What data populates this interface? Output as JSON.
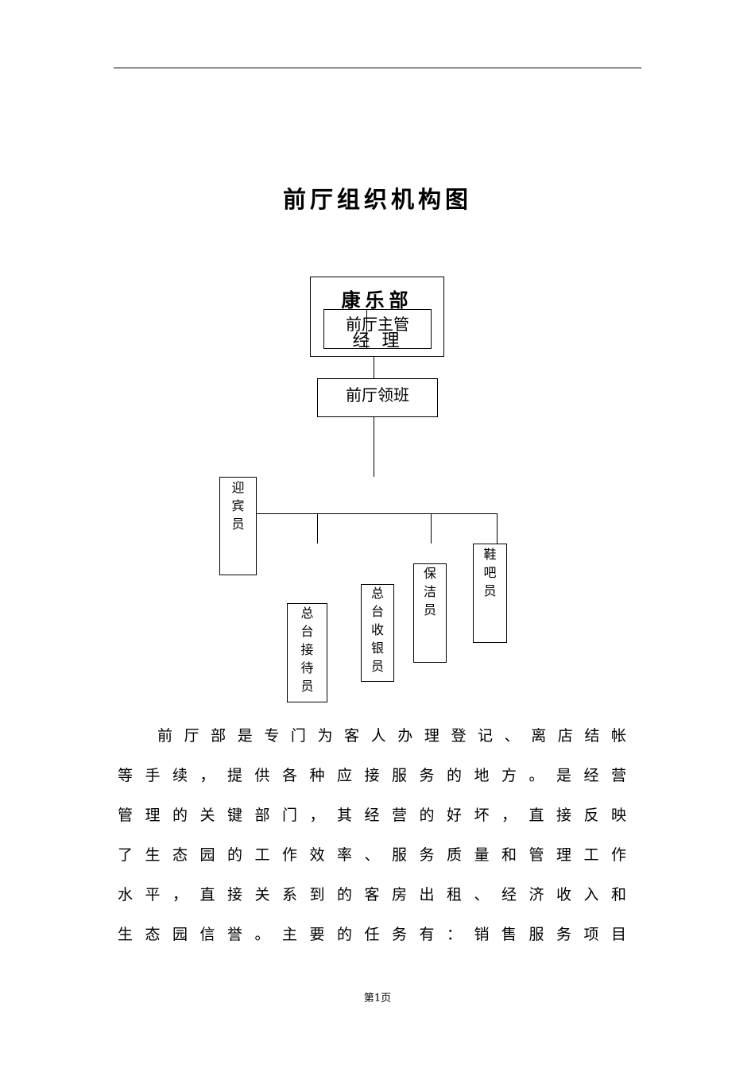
{
  "title": "前厅组织机构图",
  "org_chart": {
    "top_box": {
      "dept": "康乐部",
      "inner_label": "前厅主管",
      "overlay_label": "经 理"
    },
    "supervisor": "前厅领班",
    "staff": [
      {
        "label": "迎\n宾\n员"
      },
      {
        "label": "总\n台\n接\n待\n员"
      },
      {
        "label": "总\n台\n收\n银\n员"
      },
      {
        "label": "保\n洁\n员"
      },
      {
        "label": "鞋\n吧\n员"
      }
    ]
  },
  "paragraph_lines": [
    "前厅部是专门为客人办理登记、离店结帐",
    "等手续，提供各种应接服务的地方。是经营",
    "管理的关键部门，其经营的好坏，直接反映",
    "了生态园的工作效率、服务质量和管理工作",
    "水平，直接关系到的客房出租、经济收入和",
    "生态园信誉。主要的任务有：销售服务项目"
  ],
  "footer": "第1页"
}
